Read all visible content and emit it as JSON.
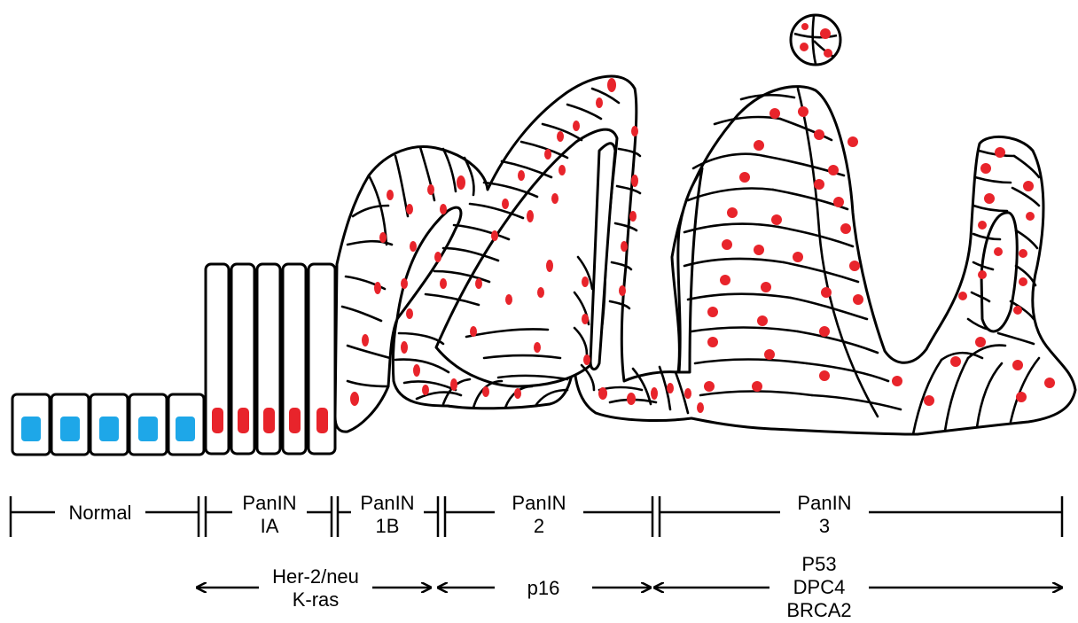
{
  "colors": {
    "normal_nucleus": "#1ea7e8",
    "atypical_nucleus": "#e8242b",
    "outline": "#000000",
    "background": "#ffffff"
  },
  "stages": {
    "normal": "Normal",
    "panin_1a": [
      "PanIN",
      "IA"
    ],
    "panin_1b": [
      "PanIN",
      "1B"
    ],
    "panin_2": [
      "PanIN",
      "2"
    ],
    "panin_3": [
      "PanIN",
      "3"
    ]
  },
  "genes": {
    "early": [
      "Her-2/neu",
      "K-ras"
    ],
    "middle": [
      "p16"
    ],
    "late": [
      "P53",
      "DPC4",
      "BRCA2"
    ]
  }
}
